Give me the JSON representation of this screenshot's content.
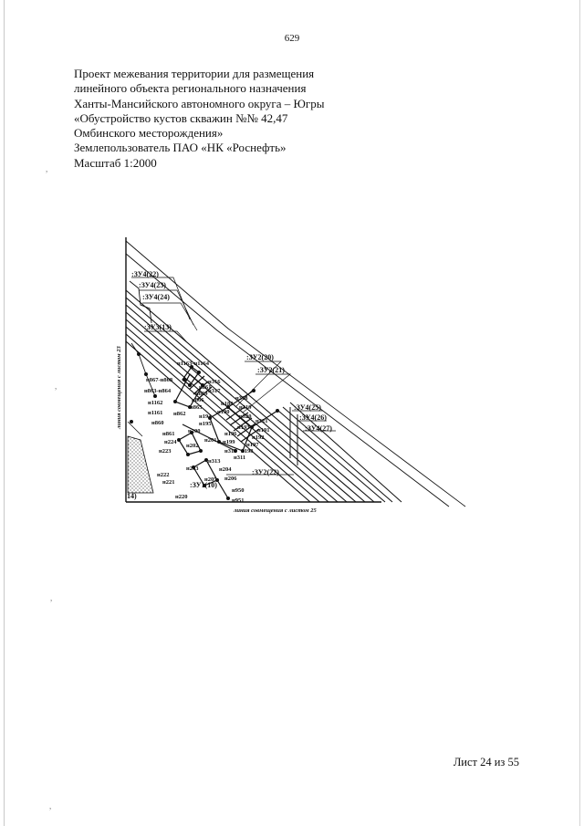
{
  "page_number": "629",
  "header": {
    "lines": [
      "Проект межевания территории для размещения",
      "линейного объекта регионального назначения",
      "Ханты-Мансийского автономного округа – Югры",
      "«Обустройство кустов скважин №№ 42,47",
      "Омбинского месторождения»",
      "Землепользователь ПАО «НК «Роснефть»",
      "Масштаб 1:2000"
    ]
  },
  "map": {
    "sheet_join_left": "линия совмещения с листом 23",
    "sheet_join_bottom": "линия совмещения с листом 25",
    "plot_labels": [
      ":ЗУ4(22)",
      ":ЗУ4(23)",
      ":ЗУ4(24)",
      ":ЗУ3(13)",
      ":ЗУ2(20)",
      ":ЗУ2(21)",
      ":ЗУ4(25)",
      ":ЗУ4(26)",
      ":ЗУ4(27)",
      ":ЗУ2(22)",
      ":ЗУ1(10)",
      "14)"
    ],
    "point_labels": [
      "н1163-н1164",
      "н316",
      "н317",
      "н867-н868",
      "н863-н864",
      "н861",
      "н869",
      "н866",
      "н865",
      "н862",
      "н1162",
      "н1161",
      "н860",
      "н318",
      "н319",
      "н320",
      "н188",
      "н190",
      "н194",
      "н195",
      "н321",
      "н193",
      "н191",
      "н196",
      "н192",
      "н197",
      "н199",
      "н198",
      "н200",
      "н201",
      "н202",
      "н224",
      "н223",
      "н861",
      "н312",
      "н311",
      "н313",
      "н203",
      "н204",
      "н222",
      "н221",
      "н205",
      "н206",
      "н220",
      "н950",
      "н951"
    ]
  },
  "footer": {
    "sheet": "Лист 24 из 55"
  },
  "stray_marks": [
    ",",
    ",",
    ",",
    ","
  ]
}
